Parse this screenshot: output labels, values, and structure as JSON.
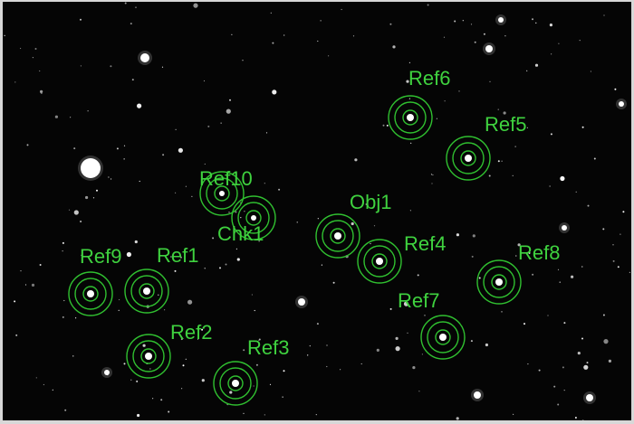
{
  "colors": {
    "background": "#050505",
    "aperture": "#30c030",
    "label": "#3fd23f",
    "star": "#ffffff"
  },
  "apertures": [
    {
      "id": "obj1",
      "label": "Obj1"
    },
    {
      "id": "chk1",
      "label": "Chk1"
    },
    {
      "id": "ref1",
      "label": "Ref1"
    },
    {
      "id": "ref2",
      "label": "Ref2"
    },
    {
      "id": "ref3",
      "label": "Ref3"
    },
    {
      "id": "ref4",
      "label": "Ref4"
    },
    {
      "id": "ref5",
      "label": "Ref5"
    },
    {
      "id": "ref6",
      "label": "Ref6"
    },
    {
      "id": "ref7",
      "label": "Ref7"
    },
    {
      "id": "ref8",
      "label": "Ref8"
    },
    {
      "id": "ref9",
      "label": "Ref9"
    },
    {
      "id": "ref10",
      "label": "Ref10"
    }
  ]
}
